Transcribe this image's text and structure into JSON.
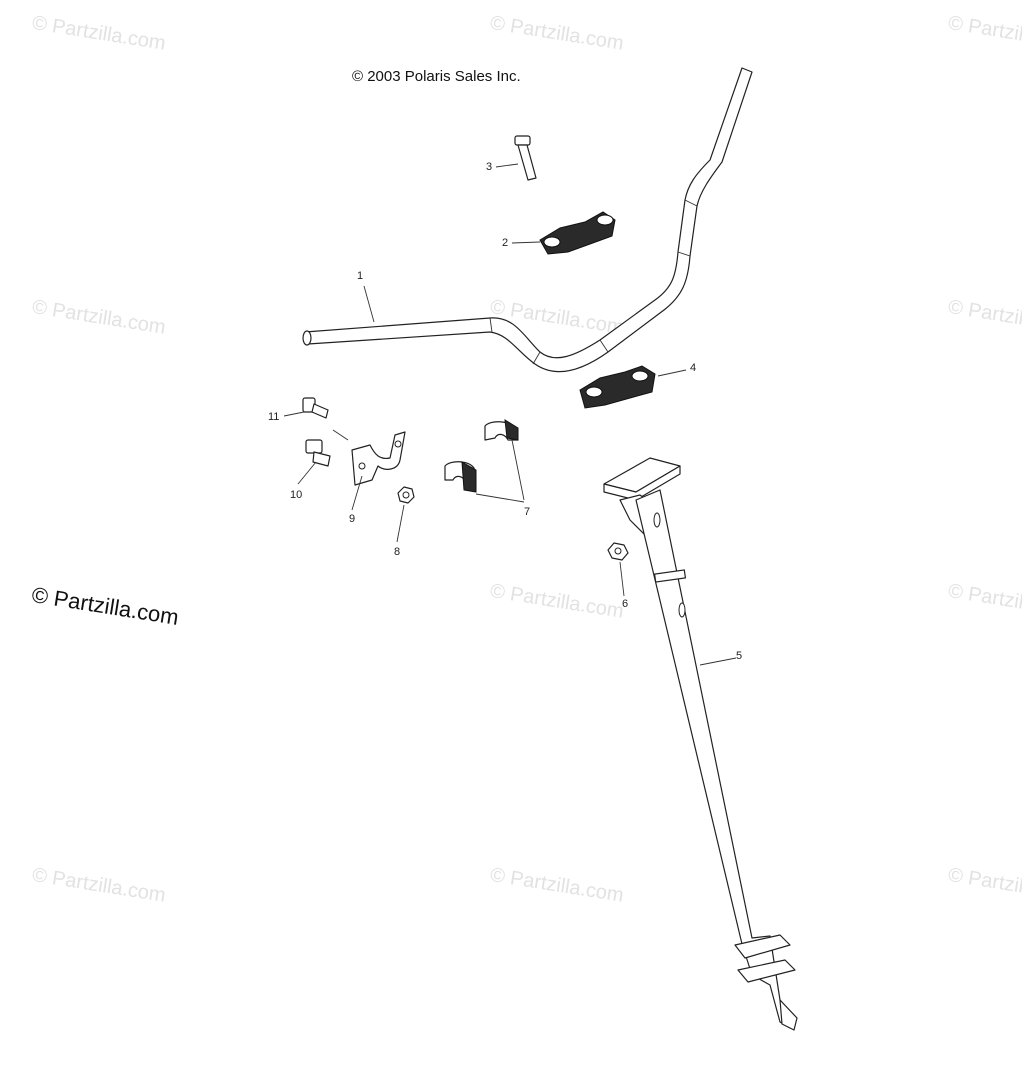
{
  "copyright": "© 2003 Polaris Sales Inc.",
  "watermark": "© Partzilla.com",
  "callouts": [
    "1",
    "2",
    "3",
    "4",
    "5",
    "6",
    "7",
    "8",
    "9",
    "10",
    "11"
  ],
  "colors": {
    "line": "#222222",
    "watermark": "#e2e2e2",
    "background": "#ffffff"
  }
}
